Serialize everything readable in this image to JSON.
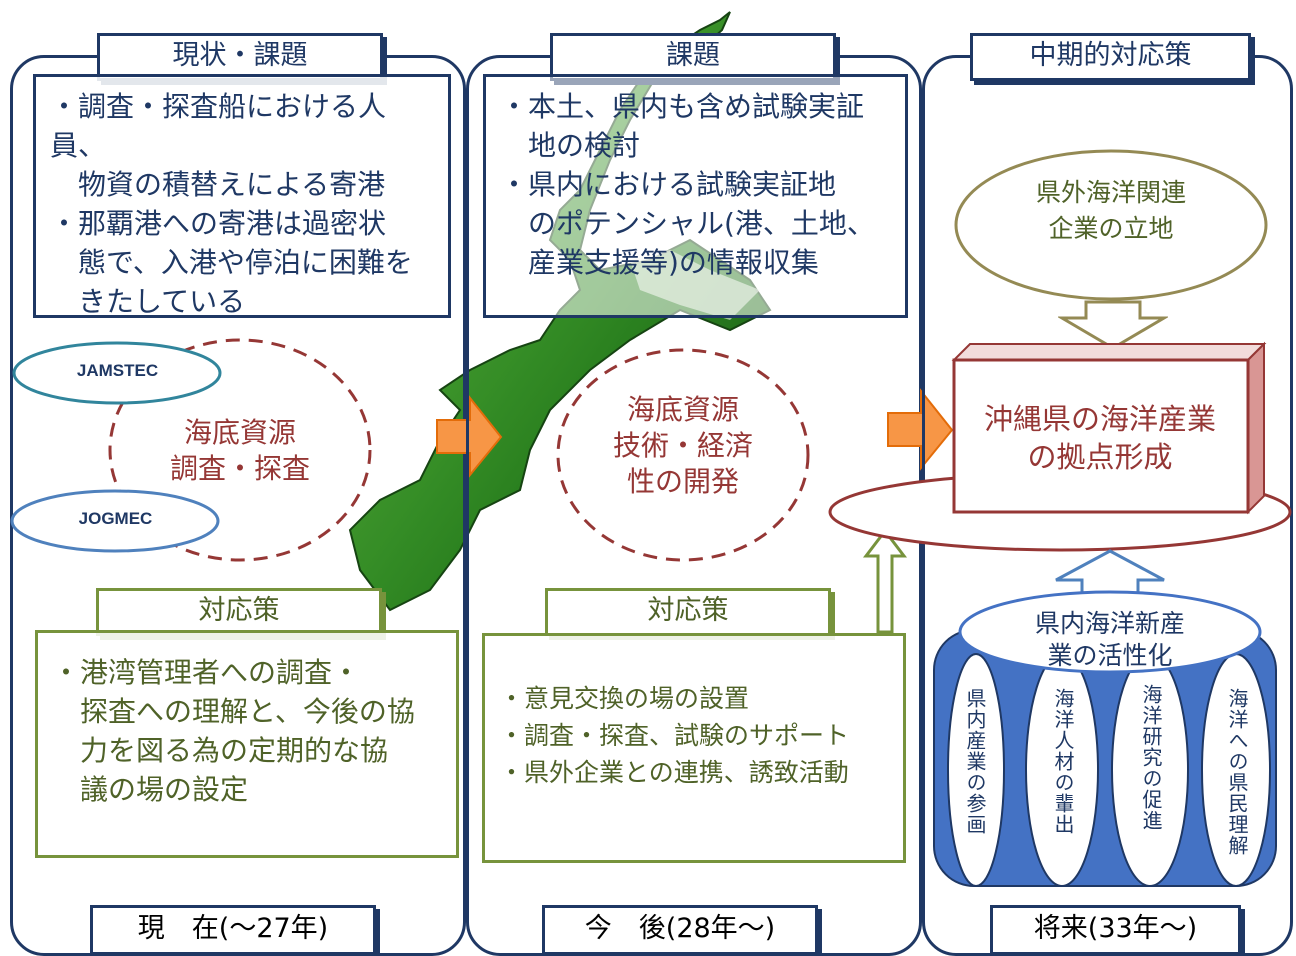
{
  "panels": {
    "current": {
      "title": "現状・課題",
      "notes": [
        "・調査・探査船における人員、",
        "　物資の積替えによる寄港",
        "・那覇港への寄港は過密状",
        "　態で、入港や停泊に困難を",
        "　きたしている"
      ],
      "orgs": [
        "JAMSTEC",
        "JOGMEC"
      ],
      "circle": [
        "海底資源",
        "調査・探査"
      ],
      "measures_title": "対応策",
      "measures": [
        "・港湾管理者への調査・",
        "　探査への理解と、今後の協",
        "　力を図る為の定期的な協",
        "　議の場の設定"
      ],
      "period": "現　在(～27年)"
    },
    "future": {
      "title": "課題",
      "notes": [
        "・本土、県内も含め試験実証",
        "　地の検討",
        "・県内における試験実証地",
        "　のポテンシャル(港、土地、",
        "　産業支援等)の情報収集"
      ],
      "circle": [
        "海底資源",
        "技術・経済",
        "性の開発"
      ],
      "measures_title": "対応策",
      "measures": [
        "・意見交換の場の設置",
        "・調査・探査、試験のサポート",
        "・県外企業との連携、誘致活動"
      ],
      "period": "今　後(28年～)"
    },
    "longterm": {
      "title": "中期的対応策",
      "top_oval": [
        "県外海洋関連",
        "企業の立地"
      ],
      "box": [
        "沖縄県の海洋産業",
        "の拠点形成"
      ],
      "base_oval": [
        "県内海洋新産",
        "業の活性化"
      ],
      "pillars": [
        "県内産業の参画",
        "海洋人材の輩出",
        "海洋研究の促進",
        "海洋への県民理解"
      ],
      "period": "将来(33年～)"
    }
  },
  "colors": {
    "navy": "#1f3864",
    "green": "#77933c",
    "red": "#953735",
    "arrow_orange": "#f79646",
    "island_green": "#2e8b1e",
    "olive": "#948a54"
  }
}
